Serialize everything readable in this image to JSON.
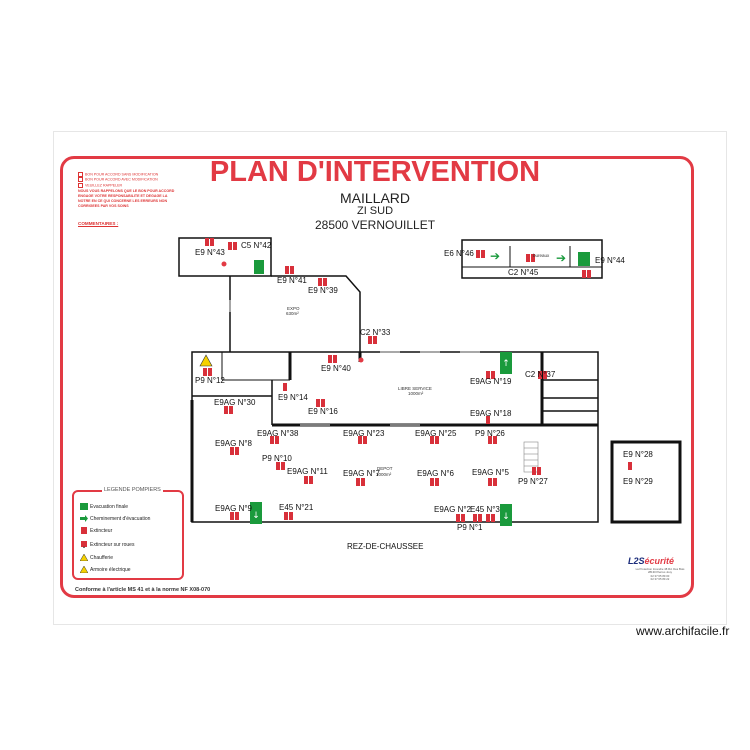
{
  "title": "PLAN D'INTERVENTION",
  "site_name": "MAILLARD",
  "site_zone": "ZI SUD",
  "site_city": "28500 VERNOUILLET",
  "notes": [
    "BON POUR ACCORD SANS MODIFICATION",
    "BON POUR ACCORD AVEC MODIFICATION",
    "VEUILLEZ RAPPELER",
    "NOUS VOUS RAPPELONS QUE LE BON POUR ACCORD ENGAGE VOTRE RESPONSABILITE ET DEGAGE LA NOTRE EN CE QUI CONCERNE LES ERREURS NON CORRIGEES PAR VOS SOINS"
  ],
  "comment_label": "COMMENTAIRES :",
  "floor_label": "REZ-DE-CHAUSSEE",
  "rooms": {
    "expo": "EXPO",
    "expo_area": "630m²",
    "libre": "LIBRE SERVICE",
    "libre_area": "1000m²",
    "depot": "DEPOT",
    "depot_area": "3000m²",
    "bureaux": "bureaux"
  },
  "equipment": [
    "E9 N°43",
    "C5 N°42",
    "E9 N°41",
    "E9 N°39",
    "C2 N°33",
    "E9 N°40",
    "P9 N°12",
    "E9 N°14",
    "E9 N°16",
    "E9AG N°30",
    "E9AG N°38",
    "E9AG N°8",
    "P9 N°10",
    "E9AG N°11",
    "E9AG N°23",
    "E9AG N°7",
    "E9AG N°25",
    "E9AG N°6",
    "E9AG N°5",
    "E9AG N°19",
    "E9AG N°18",
    "C2 N°37",
    "P9 N°26",
    "P9 N°27",
    "E9AG N°9",
    "E45 N°21",
    "E9AG N°2",
    "E45 N°3",
    "P9 N°1",
    "E6 N°46",
    "C2 N°45",
    "E9 N°44",
    "E9 N°28",
    "E9 N°29"
  ],
  "legend": {
    "title": "LEGENDE POMPIERS",
    "items": [
      "Evacuation finale",
      "Cheminement d'évacuation",
      "Extincteur",
      "Extincteur sur roues",
      "Chaufferie",
      "Armoire électrique"
    ]
  },
  "compliance": "Conforme à l'article MS 41 et à la norme NF X08-070",
  "brand": {
    "prefix": "L2S",
    "suffix": "écurité"
  },
  "brand_lines": [
    "La Protection Incendie 48 Rd. Des Bois",
    "28130 Pierres Jouy",
    "02 37 65 89 00",
    "02 37 65 89 22"
  ],
  "footer": "www.archifacile.fr",
  "colors": {
    "accent": "#e23a44",
    "exit_green": "#1a9a3c",
    "wall": "#111111"
  }
}
